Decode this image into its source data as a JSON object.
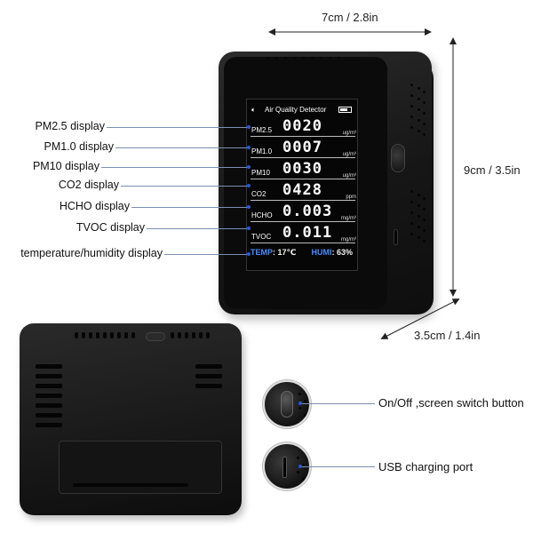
{
  "dimensions": {
    "width": "7cm / 2.8in",
    "height": "9cm / 3.5in",
    "depth": "3.5cm / 1.4in"
  },
  "callouts_left": [
    "PM2.5 display",
    "PM1.0 display",
    "PM10 display",
    "CO2 display",
    "HCHO display",
    "TVOC display",
    "temperature/humidity display"
  ],
  "callouts_right": {
    "button": "On/Off ,screen switch button",
    "port": "USB charging port"
  },
  "screen": {
    "title": "Air Quality Detector",
    "speaker_icon": "speaker-icon",
    "battery_icon": "battery-icon",
    "rows": [
      {
        "label": "PM2.5",
        "value": "0020",
        "unit": "ug/m³"
      },
      {
        "label": "PM1.0",
        "value": "0007",
        "unit": "ug/m³"
      },
      {
        "label": "PM10",
        "value": "0030",
        "unit": "ug/m³"
      },
      {
        "label": "CO2",
        "value": "0428",
        "unit": "ppm"
      },
      {
        "label": "HCHO",
        "value": "0.003",
        "unit": "mg/m³"
      },
      {
        "label": "TVOC",
        "value": "0.011",
        "unit": "mg/m³"
      }
    ],
    "temp_label": "TEMP",
    "temp_value": ": 17℃",
    "humi_label": "HUMI",
    "humi_value": ": 63%"
  },
  "colors": {
    "accent_blue": "#4a8cff",
    "callout_line": "#7a8fb0",
    "device_body": "#161616"
  }
}
